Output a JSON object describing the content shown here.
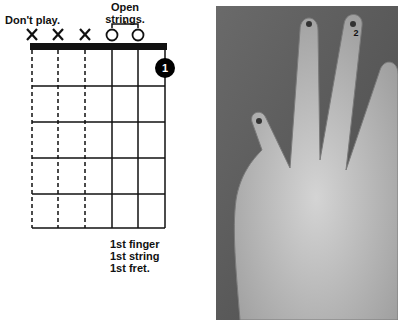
{
  "diagram": {
    "nodes": [
      {
        "text": [
          "1"
        ]
      }
    ],
    "labels": [
      "Don't play.",
      "Open strings.",
      "1st finger 1st string 1st fret.",
      "2"
    ]
  }
}
